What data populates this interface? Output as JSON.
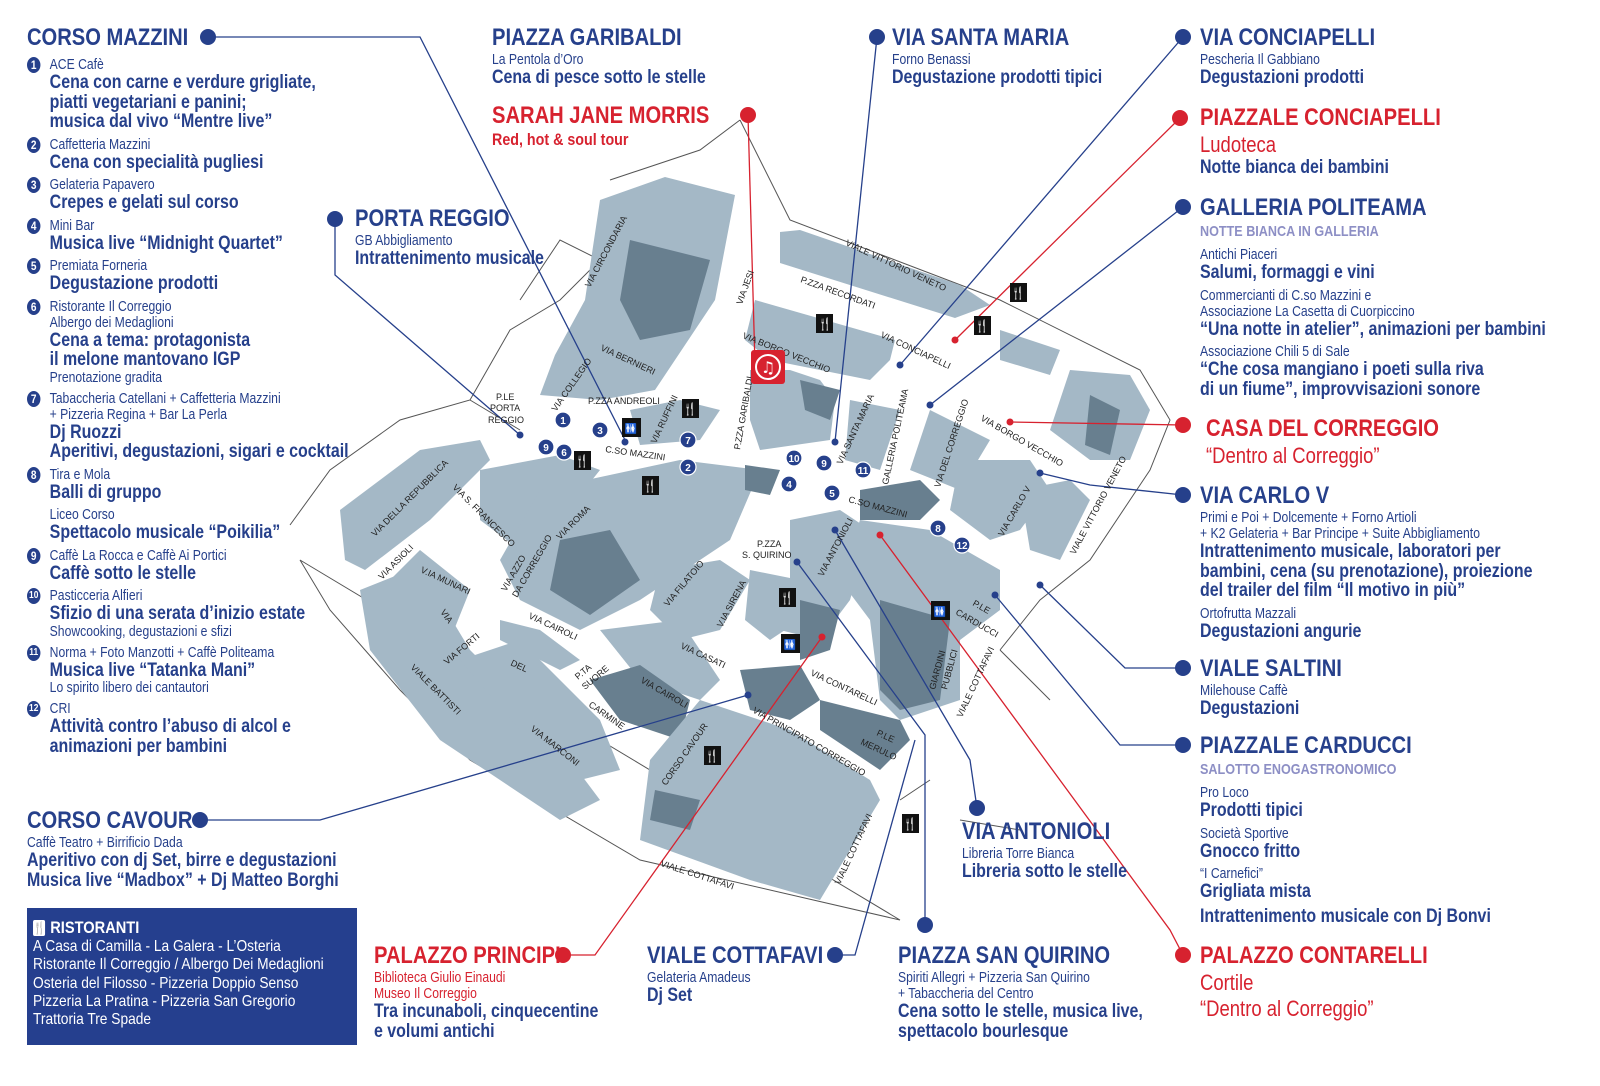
{
  "colors": {
    "blue": "#26408b",
    "red": "#d7222f",
    "lavender": "#8d8fc5",
    "block": "#a4b8c6",
    "block_dark": "#687f8f"
  },
  "sections": [
    {
      "key": "corso_mazzini",
      "title": "CORSO MAZZINI",
      "color": "#26408b",
      "items": [
        {
          "n": "1",
          "lines": [
            {
              "role": "venue",
              "t": "ACE Cafè"
            },
            {
              "role": "activity",
              "t": "Cena con carne  e verdure grigliate,"
            },
            {
              "role": "activity",
              "t": "piatti vegetariani e panini;"
            },
            {
              "role": "activity",
              "t": "musica dal vivo “Mentre live”"
            }
          ]
        },
        {
          "n": "2",
          "lines": [
            {
              "role": "venue",
              "t": "Caffetteria Mazzini"
            },
            {
              "role": "activity",
              "t": "Cena con specialità pugliesi"
            }
          ]
        },
        {
          "n": "3",
          "lines": [
            {
              "role": "venue",
              "t": "Gelateria Papavero"
            },
            {
              "role": "activity",
              "t": "Crepes e gelati sul corso"
            }
          ]
        },
        {
          "n": "4",
          "lines": [
            {
              "role": "venue",
              "t": "Mini Bar"
            },
            {
              "role": "activity",
              "t": "Musica live “Midnight Quartet”"
            }
          ]
        },
        {
          "n": "5",
          "lines": [
            {
              "role": "venue",
              "t": "Premiata Forneria"
            },
            {
              "role": "activity",
              "t": "Degustazione prodotti"
            }
          ]
        },
        {
          "n": "6",
          "lines": [
            {
              "role": "venue",
              "t": "Ristorante Il Correggio"
            },
            {
              "role": "venue",
              "t": "Albergo dei Medaglioni"
            },
            {
              "role": "activity",
              "t": "Cena a tema: protagonista"
            },
            {
              "role": "activity",
              "t": "il melone mantovano IGP"
            },
            {
              "role": "venue",
              "t": "Prenotazione gradita"
            }
          ]
        },
        {
          "n": "7",
          "lines": [
            {
              "role": "venue",
              "t": "Tabaccheria Catellani + Caffetteria Mazzini"
            },
            {
              "role": "venue",
              "t": "+ Pizzeria Regina + Bar La Perla"
            },
            {
              "role": "activity",
              "t": "Dj Ruozzi"
            },
            {
              "role": "activity",
              "t": "Aperitivi, degustazioni, sigari e cocktail"
            }
          ]
        },
        {
          "n": "8",
          "lines": [
            {
              "role": "venue",
              "t": "Tira e Mola"
            },
            {
              "role": "activity",
              "t": "Balli di gruppo"
            }
          ]
        },
        {
          "n": "",
          "lines": [
            {
              "role": "venue",
              "t": "Liceo Corso"
            },
            {
              "role": "activity",
              "t": "Spettacolo musicale “Poikilia”"
            }
          ]
        },
        {
          "n": "9",
          "lines": [
            {
              "role": "venue",
              "t": "Caffè La Rocca e Caffè Ai Portici"
            },
            {
              "role": "activity",
              "t": "Caffè sotto le stelle"
            }
          ]
        },
        {
          "n": "10",
          "lines": [
            {
              "role": "venue",
              "t": "Pasticceria Alfieri"
            },
            {
              "role": "activity",
              "t": "Sfizio di una serata d’inizio estate"
            },
            {
              "role": "venue",
              "t": "Showcooking, degustazioni e sfizi"
            }
          ]
        },
        {
          "n": "11",
          "lines": [
            {
              "role": "venue",
              "t": "Norma + Foto Manzotti + Caffè Politeama"
            },
            {
              "role": "activity",
              "t": "Musica live “Tatanka Mani”"
            },
            {
              "role": "venue",
              "t": "Lo spirito libero dei cantautori"
            }
          ]
        },
        {
          "n": "12",
          "lines": [
            {
              "role": "venue",
              "t": "CRI"
            },
            {
              "role": "activity",
              "t": "Attività contro l’abuso di alcol e"
            },
            {
              "role": "activity",
              "t": "animazioni per bambini"
            }
          ]
        }
      ]
    },
    {
      "key": "piazza_garibaldi",
      "title": "PIAZZA GARIBALDI",
      "color": "#26408b",
      "lines": [
        {
          "role": "venue",
          "t": "La Pentola d’Oro"
        },
        {
          "role": "activity",
          "t": "Cena di pesce sotto le stelle"
        }
      ]
    },
    {
      "key": "sarah",
      "title": "SARAH JANE MORRIS",
      "color": "#d7222f",
      "lines": [
        {
          "role": "tagline",
          "t": "Red, hot & soul tour",
          "color": "#d7222f"
        }
      ]
    },
    {
      "key": "porta_reggio",
      "title": "PORTA REGGIO",
      "color": "#26408b",
      "lines": [
        {
          "role": "venue",
          "t": "GB Abbigliamento"
        },
        {
          "role": "activity",
          "t": "Intrattenimento musicale"
        }
      ]
    },
    {
      "key": "via_santa_maria",
      "title": "VIA SANTA MARIA",
      "color": "#26408b",
      "lines": [
        {
          "role": "venue",
          "t": "Forno Benassi"
        },
        {
          "role": "activity",
          "t": "Degustazione prodotti tipici"
        }
      ]
    },
    {
      "key": "via_conciapelli",
      "title": "VIA CONCIAPELLI",
      "color": "#26408b",
      "lines": [
        {
          "role": "venue",
          "t": "Pescheria Il Gabbiano"
        },
        {
          "role": "activity",
          "t": "Degustazioni prodotti"
        }
      ]
    },
    {
      "key": "piazzale_conciapelli",
      "title": "PIAZZALE CONCIAPELLI",
      "color": "#d7222f",
      "lines": [
        {
          "role": "rednote",
          "t": "Ludoteca",
          "color": "#d7222f"
        },
        {
          "role": "activity",
          "t": "Notte bianca dei bambini"
        }
      ]
    },
    {
      "key": "galleria_politeama",
      "title": "GALLERIA POLITEAMA",
      "color": "#26408b",
      "lines": [
        {
          "role": "sub",
          "t": "NOTTE BIANCA IN GALLERIA"
        },
        {
          "role": "gap"
        },
        {
          "role": "venue",
          "t": "Antichi Piaceri"
        },
        {
          "role": "activity",
          "t": "Salumi, formaggi e vini"
        },
        {
          "role": "gap"
        },
        {
          "role": "venue",
          "t": "Commercianti di C.so Mazzini e"
        },
        {
          "role": "venue",
          "t": "Associazione La Casetta di Cuorpiccino"
        },
        {
          "role": "activity",
          "t": "“Una notte in atelier”, animazioni per bambini"
        },
        {
          "role": "gap"
        },
        {
          "role": "venue",
          "t": "Associazione Chili 5 di Sale"
        },
        {
          "role": "activity",
          "t": "“Che cosa mangiano i poeti sulla riva"
        },
        {
          "role": "activity",
          "t": "di un fiume”, improvvisazioni sonore"
        }
      ]
    },
    {
      "key": "casa_del_correggio",
      "title": "CASA DEL CORREGGIO",
      "color": "#d7222f",
      "lines": [
        {
          "role": "rednote",
          "t": "“Dentro al Correggio”",
          "color": "#d7222f"
        }
      ]
    },
    {
      "key": "via_carlo_v",
      "title": "VIA CARLO V",
      "color": "#26408b",
      "lines": [
        {
          "role": "venue",
          "t": "Primi e Poi + Dolcemente + Forno Artioli"
        },
        {
          "role": "venue",
          "t": "+ K2 Gelateria + Bar Principe + Suite Abbigliamento"
        },
        {
          "role": "activity",
          "t": "Intrattenimento musicale, laboratori per"
        },
        {
          "role": "activity",
          "t": "bambini, cena (su prenotazione), proiezione"
        },
        {
          "role": "activity",
          "t": "del trailer del film “Il motivo in più”"
        },
        {
          "role": "gap"
        },
        {
          "role": "venue",
          "t": "Ortofrutta Mazzali"
        },
        {
          "role": "activity",
          "t": "Degustazioni angurie"
        }
      ]
    },
    {
      "key": "viale_saltini",
      "title": "VIALE SALTINI",
      "color": "#26408b",
      "lines": [
        {
          "role": "venue",
          "t": "Milehouse Caffè"
        },
        {
          "role": "activity",
          "t": "Degustazioni"
        }
      ]
    },
    {
      "key": "piazzale_carducci",
      "title": "PIAZZALE CARDUCCI",
      "color": "#26408b",
      "lines": [
        {
          "role": "sub",
          "t": "SALOTTO ENOGASTRONOMICO"
        },
        {
          "role": "gap"
        },
        {
          "role": "venue",
          "t": "Pro Loco"
        },
        {
          "role": "activity",
          "t": "Prodotti tipici"
        },
        {
          "role": "gap"
        },
        {
          "role": "venue",
          "t": "Società Sportive"
        },
        {
          "role": "activity",
          "t": "Gnocco fritto"
        },
        {
          "role": "gap"
        },
        {
          "role": "venue",
          "t": "“I Carnefici”"
        },
        {
          "role": "activity",
          "t": "Grigliata mista"
        },
        {
          "role": "gap"
        },
        {
          "role": "activity",
          "t": "Intrattenimento musicale con Dj Bonvi"
        }
      ]
    },
    {
      "key": "palazzo_contarelli",
      "title": "PALAZZO CONTARELLI",
      "color": "#d7222f",
      "lines": [
        {
          "role": "rednote",
          "t": "Cortile",
          "color": "#d7222f"
        },
        {
          "role": "rednote",
          "t": "“Dentro al Correggio”",
          "color": "#d7222f"
        }
      ]
    },
    {
      "key": "via_antonioli",
      "title": "VIA ANTONIOLI",
      "color": "#26408b",
      "lines": [
        {
          "role": "venue",
          "t": "Libreria Torre Bianca"
        },
        {
          "role": "activity",
          "t": "Libreria sotto le stelle"
        }
      ]
    },
    {
      "key": "piazza_san_quirino",
      "title": "PIAZZA SAN QUIRINO",
      "color": "#26408b",
      "lines": [
        {
          "role": "venue",
          "t": "Spiriti Allegri + Pizzeria San Quirino"
        },
        {
          "role": "venue",
          "t": "+ Tabaccheria del Centro"
        },
        {
          "role": "activity",
          "t": "Cena sotto le stelle, musica live,"
        },
        {
          "role": "activity",
          "t": "spettacolo bourlesque"
        }
      ]
    },
    {
      "key": "viale_cottafavi",
      "title": "VIALE COTTAFAVI",
      "color": "#26408b",
      "lines": [
        {
          "role": "venue",
          "t": "Gelateria Amadeus"
        },
        {
          "role": "activity",
          "t": "Dj Set"
        }
      ]
    },
    {
      "key": "palazzo_principi",
      "title": "PALAZZO PRINCIPI",
      "color": "#d7222f",
      "lines": [
        {
          "role": "venue",
          "t": "Biblioteca Giulio Einaudi",
          "color": "#d7222f"
        },
        {
          "role": "venue",
          "t": "Museo Il Correggio",
          "color": "#d7222f"
        },
        {
          "role": "activity",
          "t": "Tra incunaboli, cinquecentine"
        },
        {
          "role": "activity",
          "t": "e volumi antichi"
        }
      ]
    },
    {
      "key": "corso_cavour",
      "title": "CORSO CAVOUR",
      "color": "#26408b",
      "lines": [
        {
          "role": "venue",
          "t": "Caffè Teatro + Birrificio Dada"
        },
        {
          "role": "activity",
          "t": "Aperitivo con dj Set, birre e degustazioni"
        },
        {
          "role": "activity",
          "t": "Musica live “Madbox” + Dj Matteo Borghi"
        }
      ]
    }
  ],
  "ristoranti": {
    "title": "RISTORANTI",
    "icon": "fork-knife-icon",
    "lines": [
      "A Casa di Camilla - La Galera - L’Osteria",
      "Ristorante Il Correggio / Albergo Dei Medaglioni",
      "Osteria del Filosso - Pizzeria Doppio Senso",
      "Pizzeria La Pratina - Pizzeria San Gregorio",
      "Trattoria Tre Spade"
    ]
  },
  "map": {
    "streets": [
      "VIA CIRCONDARIA",
      "VIALE VITTORIO VENETO",
      "P.ZZA RECORDATI",
      "VIA JESI",
      "VIA CONCIAPELLI",
      "VIA BORGO VECCHIO",
      "VIA BERNIERI",
      "P.ZZA ANDREOLI",
      "VIA COLLEGIO",
      "VIA RUFFINI",
      "P.ZZA GARIBALDI",
      "VIA SANTA MARIA",
      "GALLERIA POLITEAMA",
      "VIA DEL CORREGGIO",
      "VIA BORGO VECCHIO",
      "VIA CARLO V",
      "VIALE VITTORIO VENETO",
      "P.LE",
      "PORTA",
      "REGGIO",
      "C.SO MAZZINI",
      "C.SO MAZZINI",
      "VIA DELLA REPUBBLICA",
      "VIA S. FRANCESCO",
      "VIA ROMA",
      "VIA AZZO",
      "DA CORREGGIO",
      "VIA ASIOLI",
      "V.IA MUNARI",
      "VIA",
      "VIA FILATOIO",
      "P.ZZA",
      "S. QUIRINO",
      "VIA ANTONIOLI",
      "V.IA SIRENA",
      "VIA CAIROLI",
      "VIA CASATI",
      "VIA FORTI",
      "DEL",
      "VIALE BATTISTI",
      "P.TA",
      "SUORE",
      "CARMINE",
      "VIA CAIROLI",
      "VIA MARCONI",
      "CORSO CAVOUR",
      "VIA CONTARELLI",
      "VIA PRINCIPATO CORREGGIO",
      "P.LE",
      "MERULO",
      "GIARDINI",
      "PUBBLICI",
      "VIALE COTTAFAVI",
      "P.LE",
      "CARDUCCI",
      "VIALE COTTAFAVI",
      "VIALE COTTAFAVI"
    ],
    "markers": [
      "1",
      "2",
      "3",
      "4",
      "5",
      "6",
      "7",
      "8",
      "9",
      "9",
      "10",
      "11",
      "12"
    ],
    "icons": {
      "restaurant": "fork-knife-icon",
      "toilet": "wc-icon",
      "music": "music-note-icon"
    }
  }
}
